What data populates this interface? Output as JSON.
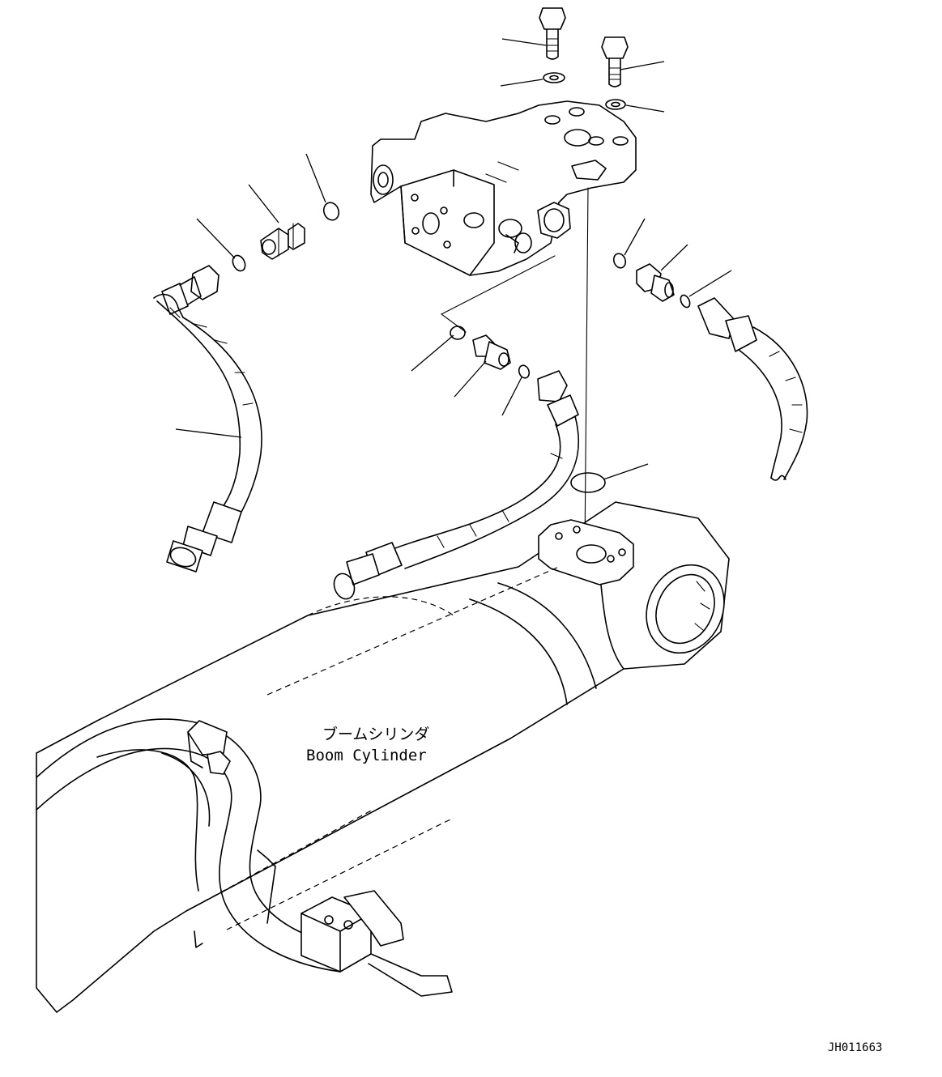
{
  "labels": {
    "cylinder_jp": "ブームシリンダ",
    "cylinder_en": "Boom Cylinder"
  },
  "drawing_code": "JH011663"
}
